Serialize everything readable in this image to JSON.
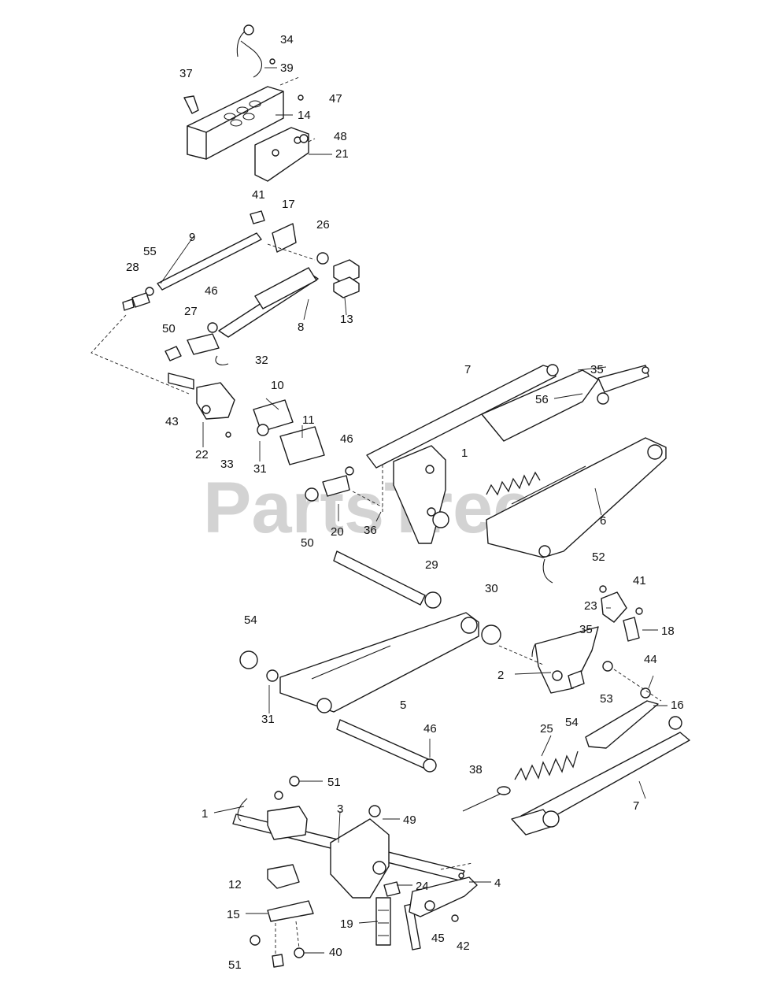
{
  "watermark": "PartsTree",
  "callouts": [
    "34",
    "39",
    "37",
    "47",
    "14",
    "48",
    "21",
    "41",
    "17",
    "26",
    "9",
    "55",
    "28",
    "13",
    "46",
    "27",
    "8",
    "50",
    "32",
    "7",
    "35",
    "56",
    "10",
    "43",
    "11",
    "22",
    "33",
    "31",
    "46",
    "1",
    "50",
    "20",
    "36",
    "6",
    "29",
    "52",
    "30",
    "41",
    "23",
    "35",
    "18",
    "54",
    "2",
    "53",
    "44",
    "16",
    "31",
    "5",
    "54",
    "46",
    "38",
    "25",
    "7",
    "51",
    "49",
    "1",
    "3",
    "12",
    "24",
    "4",
    "15",
    "19",
    "45",
    "42",
    "51",
    "40"
  ]
}
